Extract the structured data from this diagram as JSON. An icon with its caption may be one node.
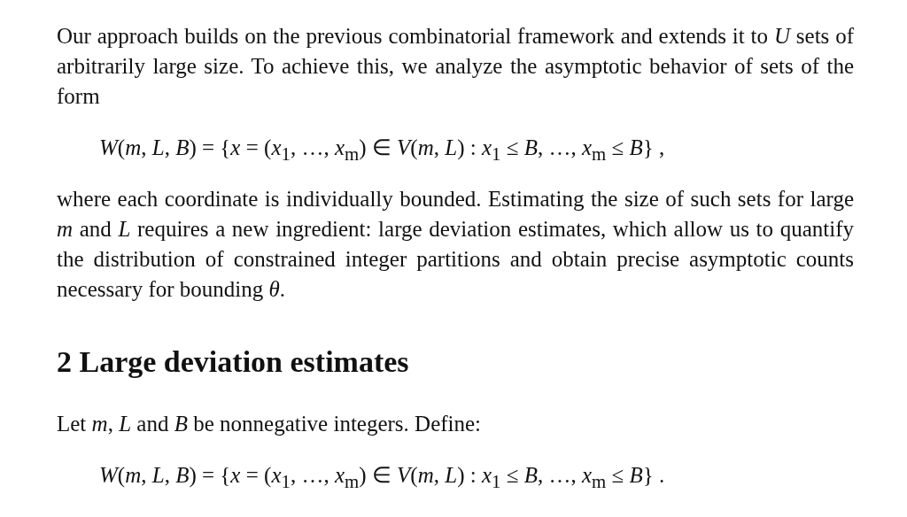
{
  "diagram": {
    "title": "2 Large deviation estimates",
    "labels": [
      "Our approach builds on the previous combinatorial framework and extends it to *U* sets of arbitrarily large size. To achieve this, we analyze the asymptotic behavior of sets of the form",
      "*W*(*m*, *L*, *B*) = {*x* = (*x*$_{1}$, …, *x*$_{m}$) ∈ *V*(*m*, *L*) : *x*$_{1}$ ≤ *B*, …, *x*$_{m}$ ≤ *B*} ,",
      "where each coordinate is individually bounded. Estimating the size of such sets for large *m* and *L* requires a new ingredient: large deviation estimates, which allow us to quantify the distribution of constrained integer partitions and obtain precise asymptotic counts necessary for bounding *θ*.",
      "Let *m*, *L* and *B* be nonnegative integers. Define:",
      "*W*(*m*, *L*, *B*) = {*x* = (*x*$_{1}$, …, *x*$_{m}$) ∈ *V*(*m*, *L*) : *x*$_{1}$ ≤ *B*, …, *x*$_{m}$ ≤ *B*} ."
    ]
  }
}
